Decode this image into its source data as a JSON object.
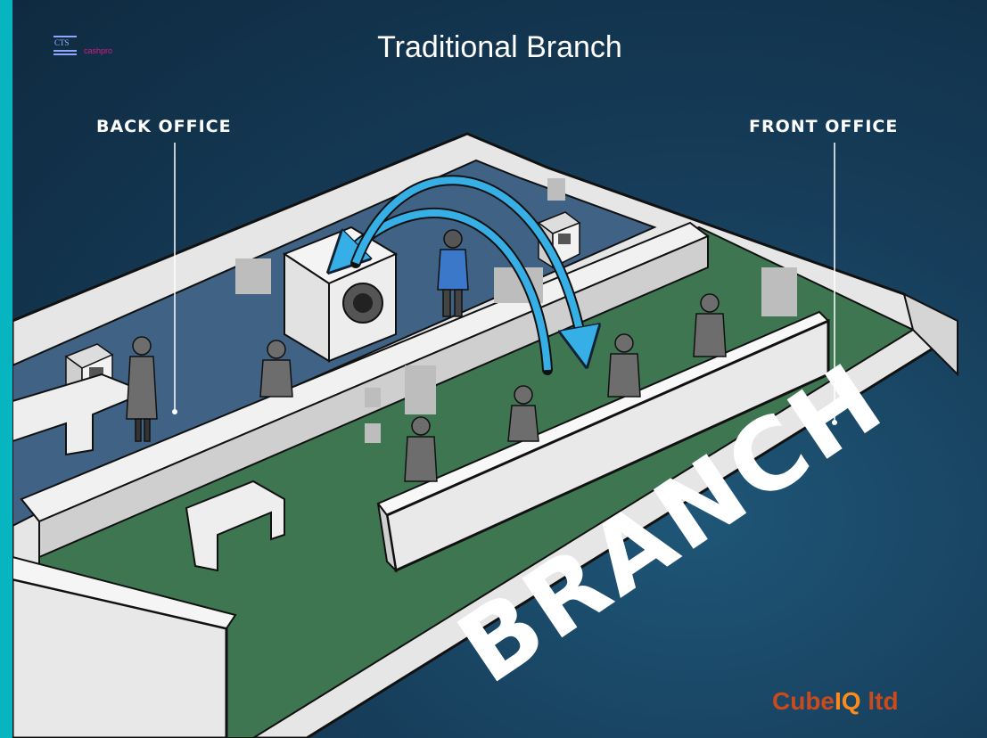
{
  "slide": {
    "title": "Traditional Branch",
    "logo": {
      "mark_text": "CTS",
      "text": "cashpro"
    },
    "labels": {
      "back_office": "BACK OFFICE",
      "front_office": "FRONT OFFICE"
    },
    "floor_text": "BRANCH",
    "brand": {
      "part1": "Cube",
      "part2": "IQ",
      "part3": " ltd"
    }
  },
  "colors": {
    "frame": "#06b5bf",
    "background": "#163d5a",
    "floor_green": "#3d7650",
    "back_floor_blue": "#3f6285",
    "arrow_blue": "#36aee6",
    "brand_orange": "#ff8a1c",
    "brand_rust": "#c94a1d",
    "logo_pink": "#d11f86"
  },
  "icons": [
    "vault-safe-icon",
    "atm-kiosk-icon",
    "person-icon",
    "curved-arrow-icon"
  ]
}
